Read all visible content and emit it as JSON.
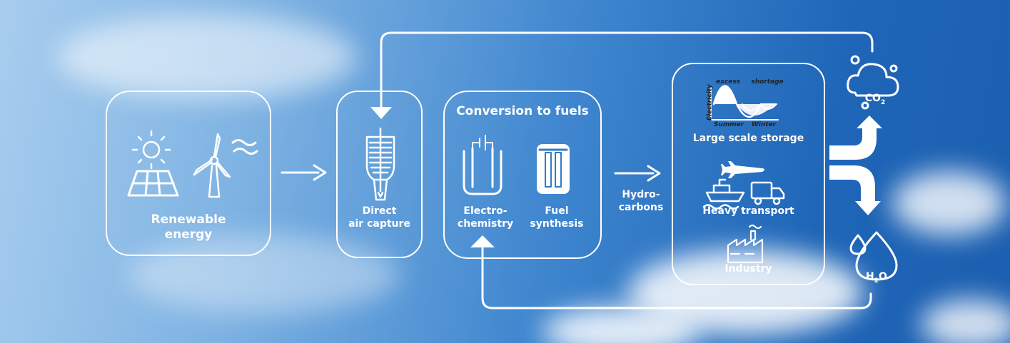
{
  "renewable": {
    "label": "Renewable\nenergy",
    "icons": [
      "sun-icon",
      "solar-panel-icon",
      "wind-turbine-icon",
      "wind-waves-icon"
    ]
  },
  "dac": {
    "label": "Direct\nair capture",
    "icons": [
      "air-capture-unit-icon"
    ]
  },
  "conversion": {
    "title": "Conversion to fuels",
    "electro_label": "Electro-\nchemistry",
    "synthesis_label": "Fuel\nsynthesis",
    "icons": [
      "electrochemical-cell-icon",
      "synthesis-reactor-icon"
    ]
  },
  "hydrocarbons_label": "Hydro-\ncarbons",
  "uses": {
    "storage_label": "Large scale storage",
    "storage_chart": {
      "ylabel": "Electricity",
      "excess": "excess",
      "shortage": "shortage",
      "summer": "Summer",
      "winter": "Winter"
    },
    "transport_label": "Heavy transport",
    "industry_label": "Industry",
    "icons": [
      "seasonal-curve-icon",
      "airplane-icon",
      "ship-icon",
      "truck-icon",
      "factory-icon"
    ]
  },
  "outputs": {
    "co2": "CO",
    "co2_sub": "2",
    "h2o_h": "H",
    "h2o_sub": "2",
    "h2o_o": "O",
    "icons": [
      "co2-cloud-icon",
      "water-drop-icon"
    ]
  },
  "colors": {
    "line": "#ffffff",
    "sky_dark": "#1c5fb0",
    "sky_light": "#a8cdee"
  }
}
